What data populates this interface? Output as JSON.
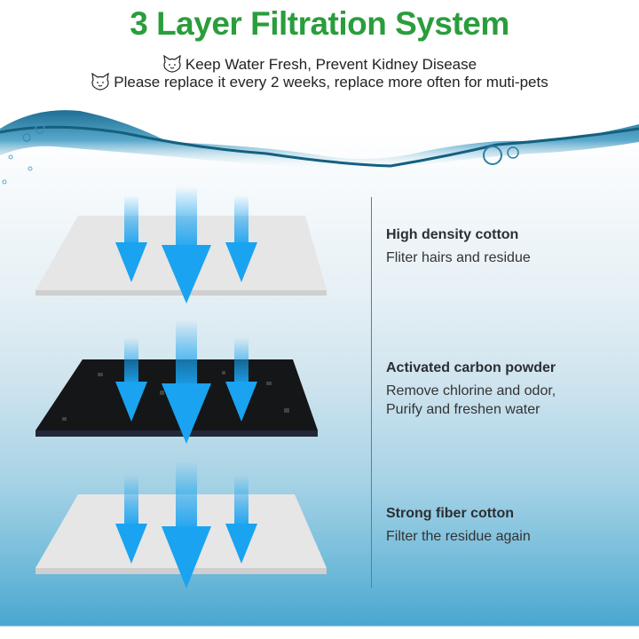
{
  "header": {
    "title": "3 Layer Filtration System",
    "subtitle_lines": [
      {
        "icon": "cat-face-icon",
        "text": "Keep Water Fresh, Prevent Kidney Disease"
      },
      {
        "icon": "cat-face-icon",
        "text": "Please replace it every 2 weeks, replace more often for muti-pets"
      }
    ]
  },
  "colors": {
    "title_green": "#2a9d3c",
    "arrow_blue": "#1aa3f0",
    "carbon_black": "#151618",
    "cotton_white": "#ededed",
    "water_blue": "#4aa7d0"
  },
  "layers": [
    {
      "name": "High density cotton",
      "description": [
        "Fliter hairs and residue"
      ],
      "material": "white-cotton"
    },
    {
      "name": "Activated carbon powder",
      "description": [
        "Remove chlorine and odor,",
        "Purify and freshen water"
      ],
      "material": "black-carbon"
    },
    {
      "name": "Strong fiber cotton",
      "description": [
        "Filter the residue again"
      ],
      "material": "white-cotton"
    }
  ]
}
